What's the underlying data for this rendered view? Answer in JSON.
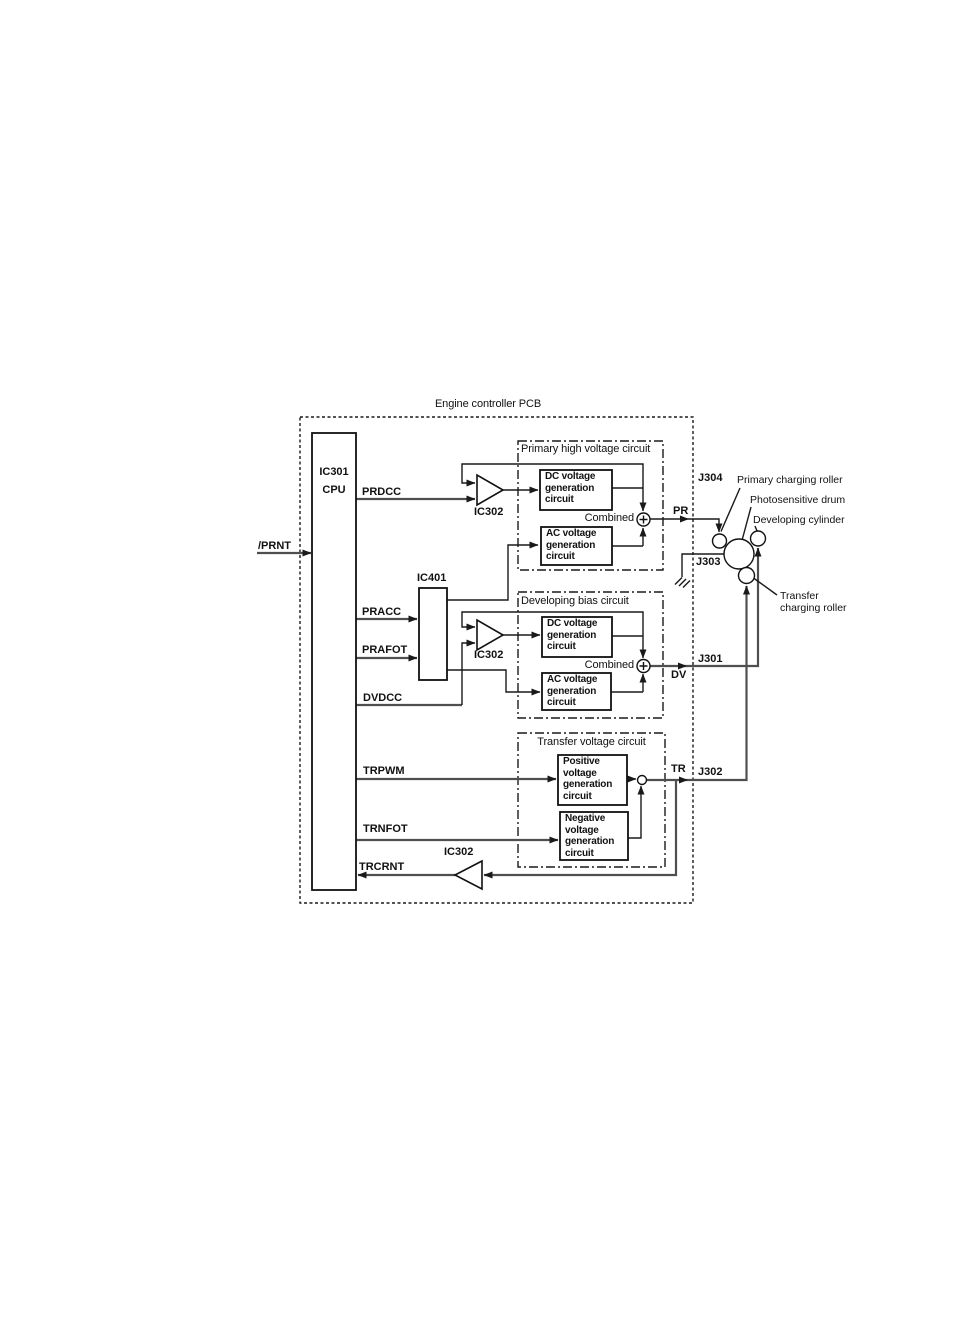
{
  "page": {
    "title": "Engine controller PCB"
  },
  "cpu": {
    "ic": "IC301",
    "label": "CPU"
  },
  "signals": {
    "prnt": "/PRNT",
    "prdcc": "PRDCC",
    "pracc": "PRACC",
    "prafot": "PRAFOT",
    "dvdcc": "DVDCC",
    "trpwm": "TRPWM",
    "trnfot": "TRNFOT",
    "trcrnt": "TRCRNT"
  },
  "ics": {
    "ic401": "IC401",
    "ic302": "IC302"
  },
  "connectors": {
    "j301": "J301",
    "j302": "J302",
    "j303": "J303",
    "j304": "J304"
  },
  "outputs": {
    "pr": "PR",
    "dv": "DV",
    "tr": "TR"
  },
  "circuits": {
    "primary": {
      "title": "Primary high voltage circuit",
      "dc": [
        "DC voltage",
        "generation",
        "circuit"
      ],
      "ac": [
        "AC voltage",
        "generation",
        "circuit"
      ],
      "combined": "Combined"
    },
    "developing": {
      "title": "Developing bias circuit",
      "dc": [
        "DC voltage",
        "generation",
        "circuit"
      ],
      "ac": [
        "AC voltage",
        "generation",
        "circuit"
      ],
      "combined": "Combined"
    },
    "transfer": {
      "title": "Transfer voltage circuit",
      "positive": [
        "Positive",
        "voltage",
        "generation",
        "circuit"
      ],
      "negative": [
        "Negative",
        "voltage",
        "generation",
        "circuit"
      ]
    }
  },
  "components": {
    "primary_roller": "Primary charging roller",
    "drum": "Photosensitive drum",
    "developing_cylinder": "Developing cylinder",
    "transfer_roller": [
      "Transfer",
      "charging roller"
    ]
  }
}
